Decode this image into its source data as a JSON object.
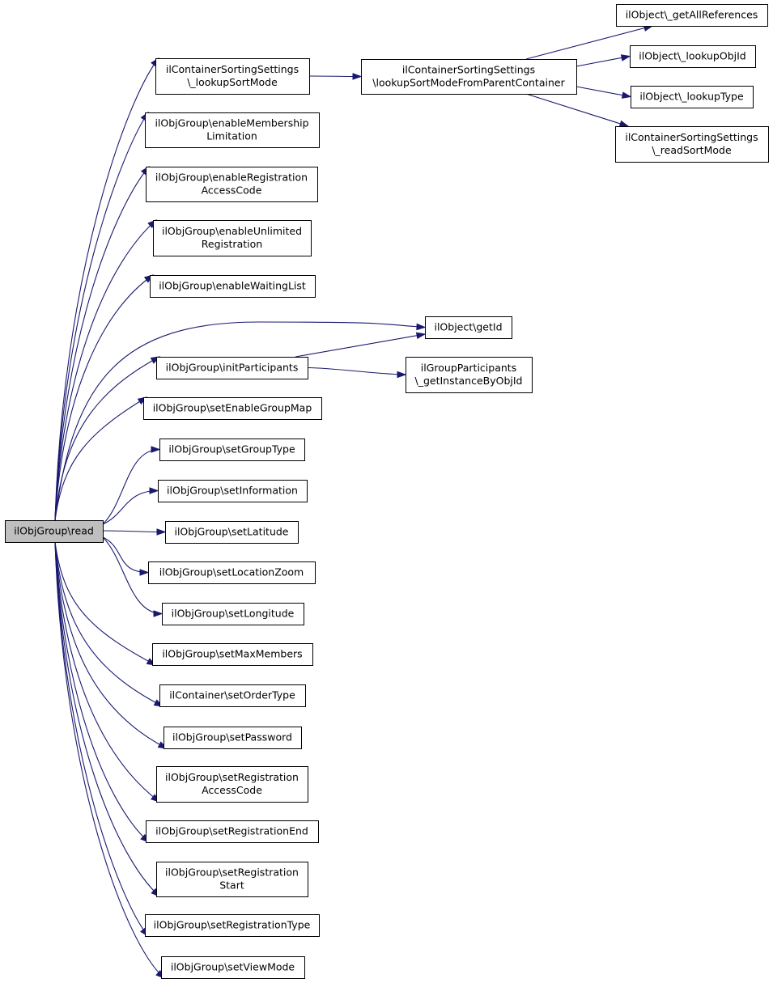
{
  "graph": {
    "nodes": [
      {
        "id": "read",
        "lines": [
          "ilObjGroup\\read"
        ],
        "root": true
      },
      {
        "id": "lookupSortMode",
        "lines": [
          "ilContainerSortingSettings",
          "\\_lookupSortMode"
        ]
      },
      {
        "id": "lookupSortModeFromParent",
        "lines": [
          "ilContainerSortingSettings",
          "\\lookupSortModeFromParentContainer"
        ]
      },
      {
        "id": "getAllReferences",
        "lines": [
          "ilObject\\_getAllReferences"
        ]
      },
      {
        "id": "lookupObjId",
        "lines": [
          "ilObject\\_lookupObjId"
        ]
      },
      {
        "id": "lookupType",
        "lines": [
          "ilObject\\_lookupType"
        ]
      },
      {
        "id": "readSortMode",
        "lines": [
          "ilContainerSortingSettings",
          "\\_readSortMode"
        ]
      },
      {
        "id": "enableMembershipLimitation",
        "lines": [
          "ilObjGroup\\enableMembership",
          "Limitation"
        ]
      },
      {
        "id": "enableRegistrationAccessCode",
        "lines": [
          "ilObjGroup\\enableRegistration",
          "AccessCode"
        ]
      },
      {
        "id": "enableUnlimitedRegistration",
        "lines": [
          "ilObjGroup\\enableUnlimited",
          "Registration"
        ]
      },
      {
        "id": "enableWaitingList",
        "lines": [
          "ilObjGroup\\enableWaitingList"
        ]
      },
      {
        "id": "getId",
        "lines": [
          "ilObject\\getId"
        ]
      },
      {
        "id": "initParticipants",
        "lines": [
          "ilObjGroup\\initParticipants"
        ]
      },
      {
        "id": "getInstanceByObjId",
        "lines": [
          "ilGroupParticipants",
          "\\_getInstanceByObjId"
        ]
      },
      {
        "id": "setEnableGroupMap",
        "lines": [
          "ilObjGroup\\setEnableGroupMap"
        ]
      },
      {
        "id": "setGroupType",
        "lines": [
          "ilObjGroup\\setGroupType"
        ]
      },
      {
        "id": "setInformation",
        "lines": [
          "ilObjGroup\\setInformation"
        ]
      },
      {
        "id": "setLatitude",
        "lines": [
          "ilObjGroup\\setLatitude"
        ]
      },
      {
        "id": "setLocationZoom",
        "lines": [
          "ilObjGroup\\setLocationZoom"
        ]
      },
      {
        "id": "setLongitude",
        "lines": [
          "ilObjGroup\\setLongitude"
        ]
      },
      {
        "id": "setMaxMembers",
        "lines": [
          "ilObjGroup\\setMaxMembers"
        ]
      },
      {
        "id": "setOrderType",
        "lines": [
          "ilContainer\\setOrderType"
        ]
      },
      {
        "id": "setPassword",
        "lines": [
          "ilObjGroup\\setPassword"
        ]
      },
      {
        "id": "setRegistrationAccessCode",
        "lines": [
          "ilObjGroup\\setRegistration",
          "AccessCode"
        ]
      },
      {
        "id": "setRegistrationEnd",
        "lines": [
          "ilObjGroup\\setRegistrationEnd"
        ]
      },
      {
        "id": "setRegistrationStart",
        "lines": [
          "ilObjGroup\\setRegistration",
          "Start"
        ]
      },
      {
        "id": "setRegistrationType",
        "lines": [
          "ilObjGroup\\setRegistrationType"
        ]
      },
      {
        "id": "setViewMode",
        "lines": [
          "ilObjGroup\\setViewMode"
        ]
      }
    ],
    "edges": [
      [
        "read",
        "lookupSortMode"
      ],
      [
        "read",
        "enableMembershipLimitation"
      ],
      [
        "read",
        "enableRegistrationAccessCode"
      ],
      [
        "read",
        "enableUnlimitedRegistration"
      ],
      [
        "read",
        "enableWaitingList"
      ],
      [
        "read",
        "getId"
      ],
      [
        "read",
        "initParticipants"
      ],
      [
        "read",
        "setEnableGroupMap"
      ],
      [
        "read",
        "setGroupType"
      ],
      [
        "read",
        "setInformation"
      ],
      [
        "read",
        "setLatitude"
      ],
      [
        "read",
        "setLocationZoom"
      ],
      [
        "read",
        "setLongitude"
      ],
      [
        "read",
        "setMaxMembers"
      ],
      [
        "read",
        "setOrderType"
      ],
      [
        "read",
        "setPassword"
      ],
      [
        "read",
        "setRegistrationAccessCode"
      ],
      [
        "read",
        "setRegistrationEnd"
      ],
      [
        "read",
        "setRegistrationStart"
      ],
      [
        "read",
        "setRegistrationType"
      ],
      [
        "read",
        "setViewMode"
      ],
      [
        "lookupSortMode",
        "lookupSortModeFromParent"
      ],
      [
        "lookupSortModeFromParent",
        "getAllReferences"
      ],
      [
        "lookupSortModeFromParent",
        "lookupObjId"
      ],
      [
        "lookupSortModeFromParent",
        "lookupType"
      ],
      [
        "lookupSortModeFromParent",
        "readSortMode"
      ],
      [
        "initParticipants",
        "getId"
      ],
      [
        "initParticipants",
        "getInstanceByObjId"
      ]
    ],
    "colors": {
      "edge": "#191970",
      "root_fill": "#bfbfbf",
      "node_fill": "#ffffff",
      "border": "#000000"
    }
  }
}
